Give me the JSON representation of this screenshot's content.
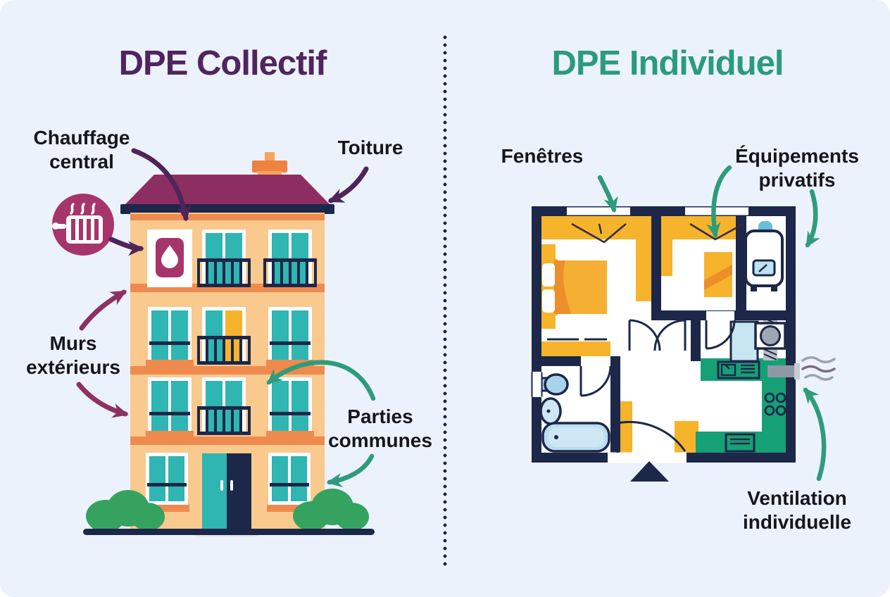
{
  "infographic": {
    "type": "comparison-diagram",
    "background": "#ECF2FB",
    "divider_style": "vertical-dotted-line"
  },
  "left": {
    "title": "DPE Collectif",
    "labels": {
      "chauffage_central": "Chauffage\ncentral",
      "toiture": "Toiture",
      "murs_exterieurs": "Murs\nextérieurs",
      "parties_communes": "Parties\ncommunes"
    },
    "icons": [
      "radiator-icon",
      "flame-icon"
    ],
    "illustration": "apartment-building-4-floors"
  },
  "right": {
    "title": "DPE Individuel",
    "labels": {
      "fenetres": "Fenêtres",
      "equipements_privatifs": "Équipements\nprivatifs",
      "ventilation_individuelle": "Ventilation\nindividuelle"
    },
    "icons": [
      "water-heater-icon",
      "extractor-fan-icon",
      "vent-icon",
      "kitchen-sink-icon",
      "stove-icon",
      "cabinet-icon",
      "bathtub-icon",
      "washbasin-icon",
      "toilet-icon",
      "shower-icon",
      "bed-icon",
      "entrance-arrow-icon"
    ],
    "illustration": "apartment-floor-plan"
  },
  "colors": {
    "background": "#ECF2FB",
    "collectif_title": "#50245E",
    "individuel_title": "#2A9B7D",
    "label_text": "#15161C",
    "collectif_arrow": "#4F2458",
    "murs_arrow": "#8C3162",
    "teal_arrow": "#2E9C7C",
    "building_wall": "#F9C98E",
    "building_trim": "#EF8A4F",
    "roof": "#8D2E63",
    "navy_outline": "#1C2749",
    "window_teal": "#2FB5B2",
    "room_yellow": "#F6B42C",
    "kitchen_green": "#16A075",
    "heating_badge": "#A5356A",
    "fixture_blue": "#BCDCEF",
    "bush_green": "#35A35F"
  }
}
